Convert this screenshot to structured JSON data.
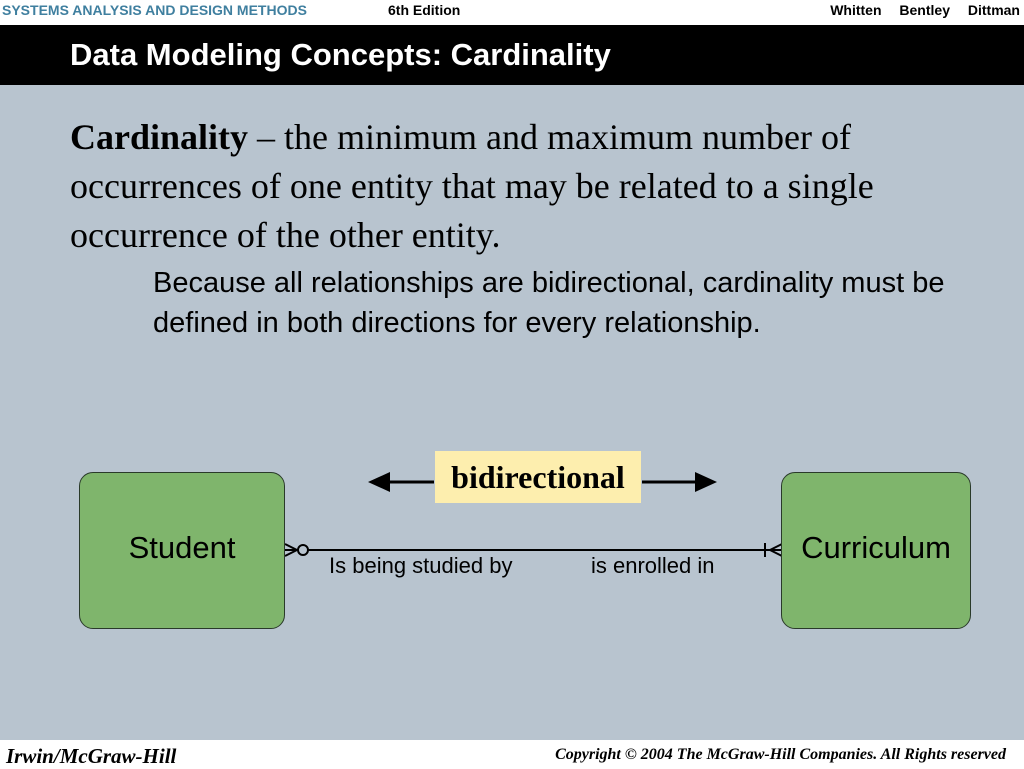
{
  "header": {
    "course": "SYSTEMS ANALYSIS AND DESIGN METHODS",
    "edition": "6th Edition",
    "authors": [
      "Whitten",
      "Bentley",
      "Dittman"
    ]
  },
  "slide": {
    "title": "Data Modeling Concepts: Cardinality",
    "definition_term": "Cardinality",
    "definition_text": " – the minimum and maximum number of occurrences of one entity that may be related to a single occurrence of the other entity.",
    "note": "Because all relationships are bidirectional, cardinality must be defined in both directions for every relationship."
  },
  "diagram": {
    "bidirectional_label": "bidirectional",
    "entities": {
      "left": "Student",
      "right": "Curriculum"
    },
    "relationship_labels": {
      "left": "Is being studied by",
      "right": "is enrolled in"
    },
    "colors": {
      "entity_fill": "#7fb56c",
      "label_fill": "#fdeeae",
      "background": "#b8c4cf"
    }
  },
  "footer": {
    "publisher": "Irwin/McGraw-Hill",
    "copyright": "Copyright © 2004 The McGraw-Hill Companies. All Rights reserved"
  }
}
